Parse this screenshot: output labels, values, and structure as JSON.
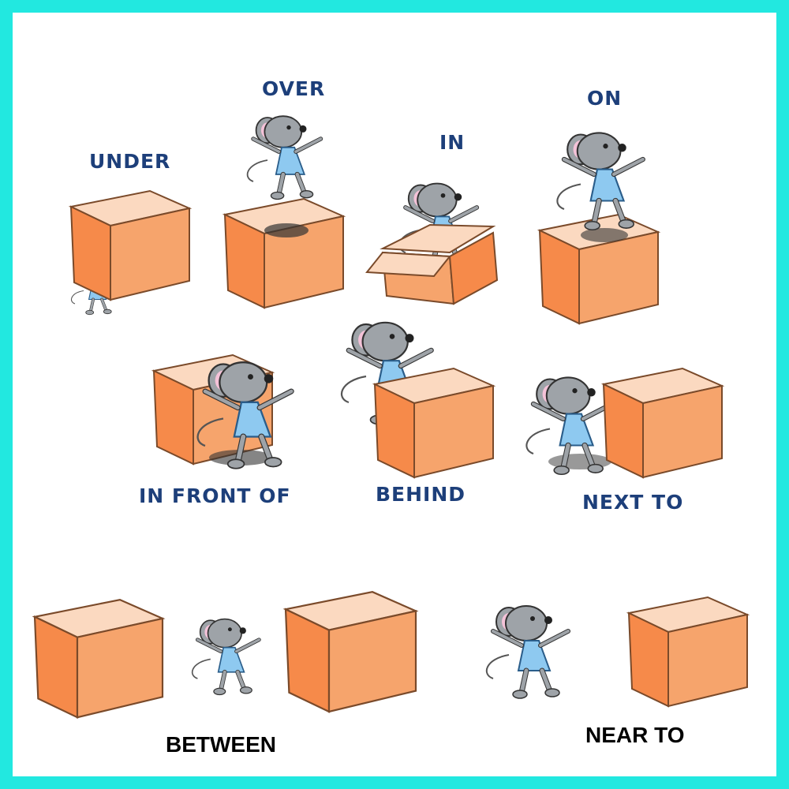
{
  "colors": {
    "frame": "#22e8e0",
    "label": "#1d3f7a",
    "box_top": "#fbd9c0",
    "box_front": "#f68a4a",
    "box_side": "#f6a46c",
    "mouse_body": "#9ea3a8",
    "mouse_ear": "#f4c2d8",
    "dress": "#8ec9f0"
  },
  "labels": {
    "under": "UNDER",
    "over": "OVER",
    "in": "IN",
    "on": "ON",
    "in_front_of": "IN FRONT OF",
    "behind": "BEHIND",
    "next_to": "NEXT TO",
    "between": "BETWEEN",
    "near_to": "NEAR TO"
  }
}
